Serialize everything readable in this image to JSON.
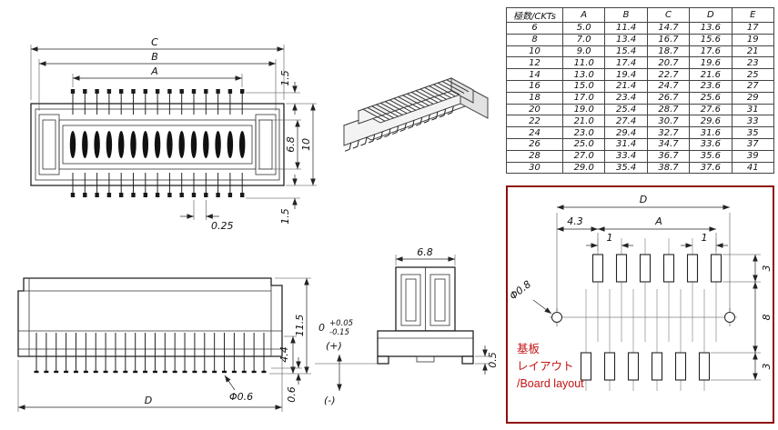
{
  "page": {
    "background": "#ffffff",
    "line_color": "#222222",
    "accent_red": "#c41414"
  },
  "table": {
    "headers": [
      "極数/CKTs",
      "A",
      "B",
      "C",
      "D",
      "E"
    ],
    "rows": [
      [
        "6",
        "5.0",
        "11.4",
        "14.7",
        "13.6",
        "17"
      ],
      [
        "8",
        "7.0",
        "13.4",
        "16.7",
        "15.6",
        "19"
      ],
      [
        "10",
        "9.0",
        "15.4",
        "18.7",
        "17.6",
        "21"
      ],
      [
        "12",
        "11.0",
        "17.4",
        "20.7",
        "19.6",
        "23"
      ],
      [
        "14",
        "13.0",
        "19.4",
        "22.7",
        "21.6",
        "25"
      ],
      [
        "16",
        "15.0",
        "21.4",
        "24.7",
        "23.6",
        "27"
      ],
      [
        "18",
        "17.0",
        "23.4",
        "26.7",
        "25.6",
        "29"
      ],
      [
        "20",
        "19.0",
        "25.4",
        "28.7",
        "27.6",
        "31"
      ],
      [
        "22",
        "21.0",
        "27.4",
        "30.7",
        "29.6",
        "33"
      ],
      [
        "24",
        "23.0",
        "29.4",
        "32.7",
        "31.6",
        "35"
      ],
      [
        "26",
        "25.0",
        "31.4",
        "34.7",
        "33.6",
        "37"
      ],
      [
        "28",
        "27.0",
        "33.4",
        "36.7",
        "35.6",
        "39"
      ],
      [
        "30",
        "29.0",
        "35.4",
        "38.7",
        "37.6",
        "41"
      ]
    ]
  },
  "top_view": {
    "dim_c": "C",
    "dim_b": "B",
    "dim_a": "A",
    "dim_pin_top": "1.5",
    "dim_slot": "6.8",
    "dim_body": "10",
    "dim_pin_bottom": "1.5",
    "dim_pitch": "0.25"
  },
  "side_view": {
    "dim_height": "11.5",
    "dim_base": "4.4",
    "dim_foot": "0.6",
    "dim_lead_dia": "Φ0.6",
    "dim_width": "D"
  },
  "end_view": {
    "dim_width": "6.8",
    "dim_foot": "0.5",
    "tol_base": "0",
    "tol_plus": "+0.05",
    "tol_minus": "-0.15",
    "plus_mark": "(+)",
    "minus_mark": "(-)"
  },
  "board_layout": {
    "dim_d": "D",
    "dim_edge": "4.3",
    "dim_a": "A",
    "dim_pitch_left": "1",
    "dim_pitch_right": "1",
    "dim_pad_h_top": "3",
    "dim_row_gap": "8",
    "dim_pad_h_bottom": "3",
    "dim_hole": "Φ0.8",
    "caption_line1": "基板",
    "caption_line2": "レイアウト",
    "caption_line3": "/Board layout"
  }
}
